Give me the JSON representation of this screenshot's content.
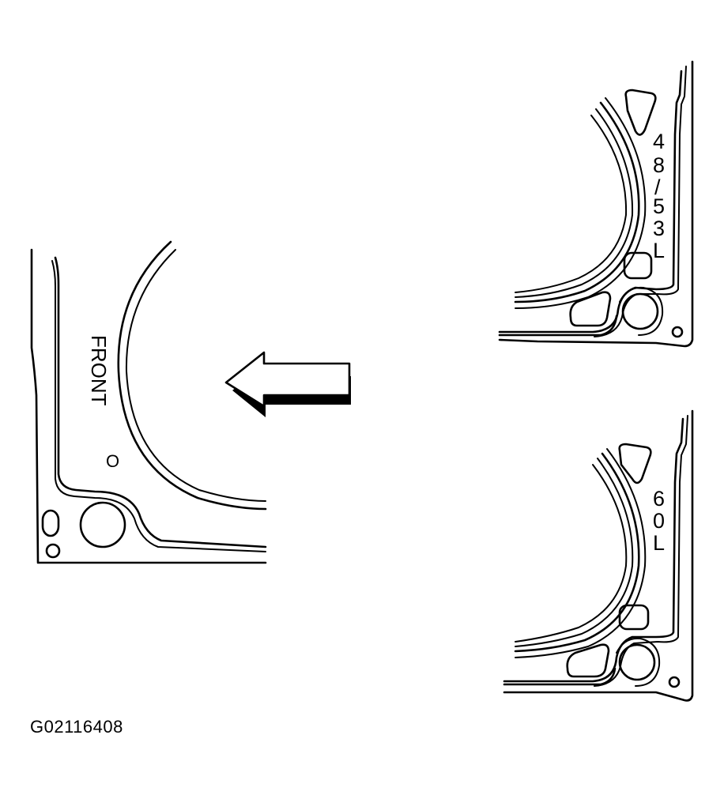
{
  "figure_id": "G02116408",
  "gasket_left": {
    "label": "FRONT",
    "small_mark": "O"
  },
  "gasket_top_right": {
    "stamp_lines": [
      "4",
      "8",
      "/",
      "5",
      "3",
      "L"
    ]
  },
  "gasket_bottom_right": {
    "stamp_lines": [
      "6",
      "0",
      "L"
    ]
  },
  "icons": {
    "arrow": "arrow-left-icon"
  },
  "colors": {
    "ink": "#000000",
    "paper": "#ffffff"
  }
}
